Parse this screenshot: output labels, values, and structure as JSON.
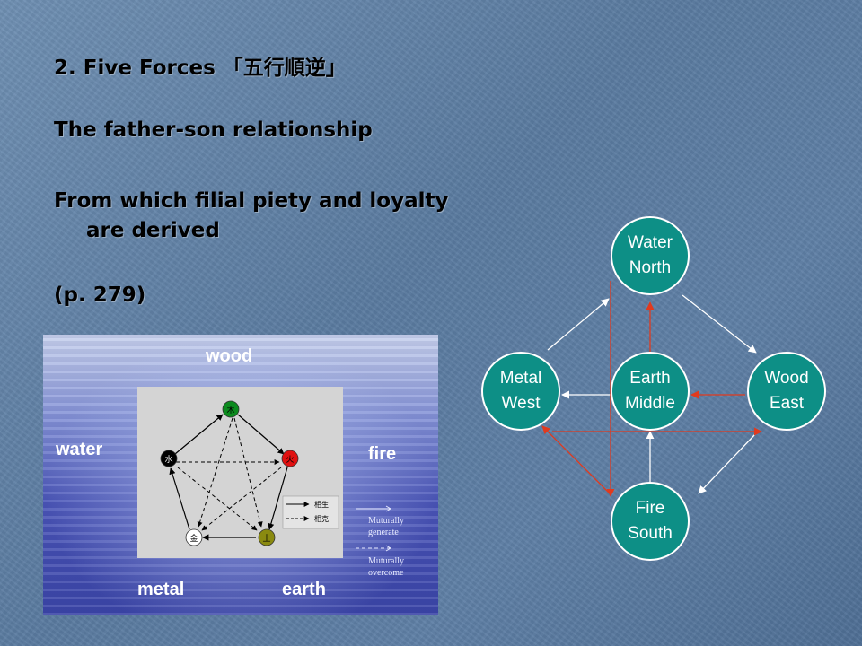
{
  "slide": {
    "heading": "2. Five Forces 「五行順逆」",
    "line1": "The father-son relationship",
    "line2": "From which filial piety and loyalty are derived",
    "line3": "(p. 279)"
  },
  "panel": {
    "labels": {
      "wood": "wood",
      "water": "water",
      "fire": "fire",
      "metal": "metal",
      "earth": "earth"
    },
    "nodes": {
      "wood": "木",
      "fire": "火",
      "earth": "土",
      "metal": "金",
      "water": "水"
    },
    "inner_legend": {
      "generate": "相生",
      "overcome": "相克"
    },
    "legend": {
      "generate_line1": "Muturally",
      "generate_line2": "generate",
      "overcome_line1": "Muturally",
      "overcome_line2": "overcome"
    },
    "colors": {
      "wood": "#0c8a1e",
      "fire": "#e01010",
      "earth": "#8a8a10",
      "metal": "#ffffff",
      "water": "#000000"
    }
  },
  "flow": {
    "node_color": "#0d8f86",
    "arrow_white": "#ffffff",
    "arrow_red": "#e03a1e",
    "nodes": {
      "water": {
        "line1": "Water",
        "line2": "North"
      },
      "metal": {
        "line1": "Metal",
        "line2": "West"
      },
      "earth": {
        "line1": "Earth",
        "line2": "Middle"
      },
      "wood": {
        "line1": "Wood",
        "line2": "East"
      },
      "fire": {
        "line1": "Fire",
        "line2": "South"
      }
    }
  }
}
